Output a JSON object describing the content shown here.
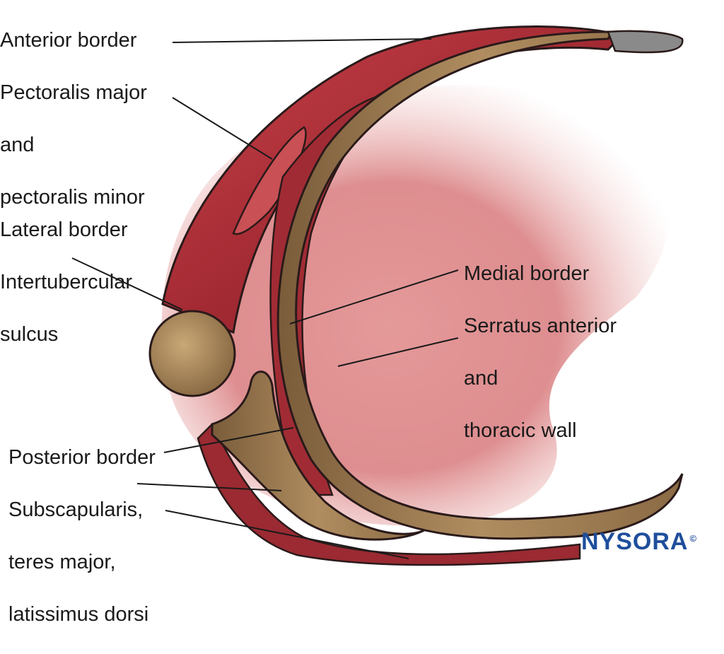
{
  "labels": {
    "anterior": [
      "Anterior border",
      "Pectoralis major",
      "and",
      "pectoralis minor"
    ],
    "lateral": [
      "Lateral border",
      "Intertubercular",
      "sulcus"
    ],
    "medial": [
      "Medial border",
      "Serratus anterior",
      "and",
      "thoracic wall"
    ],
    "posterior": [
      "Posterior border",
      "Subscapularis,",
      "teres major,",
      "latissimus dorsi"
    ]
  },
  "logo": {
    "text": "NYSORA",
    "copyright": "©"
  },
  "colors": {
    "muscle": "#b0323a",
    "muscle_dark": "#7e1c24",
    "cavity": "#d9787c",
    "bone": "#9a7a52",
    "bone_light": "#c4a478",
    "logo_blue": "#1f4e9c"
  }
}
